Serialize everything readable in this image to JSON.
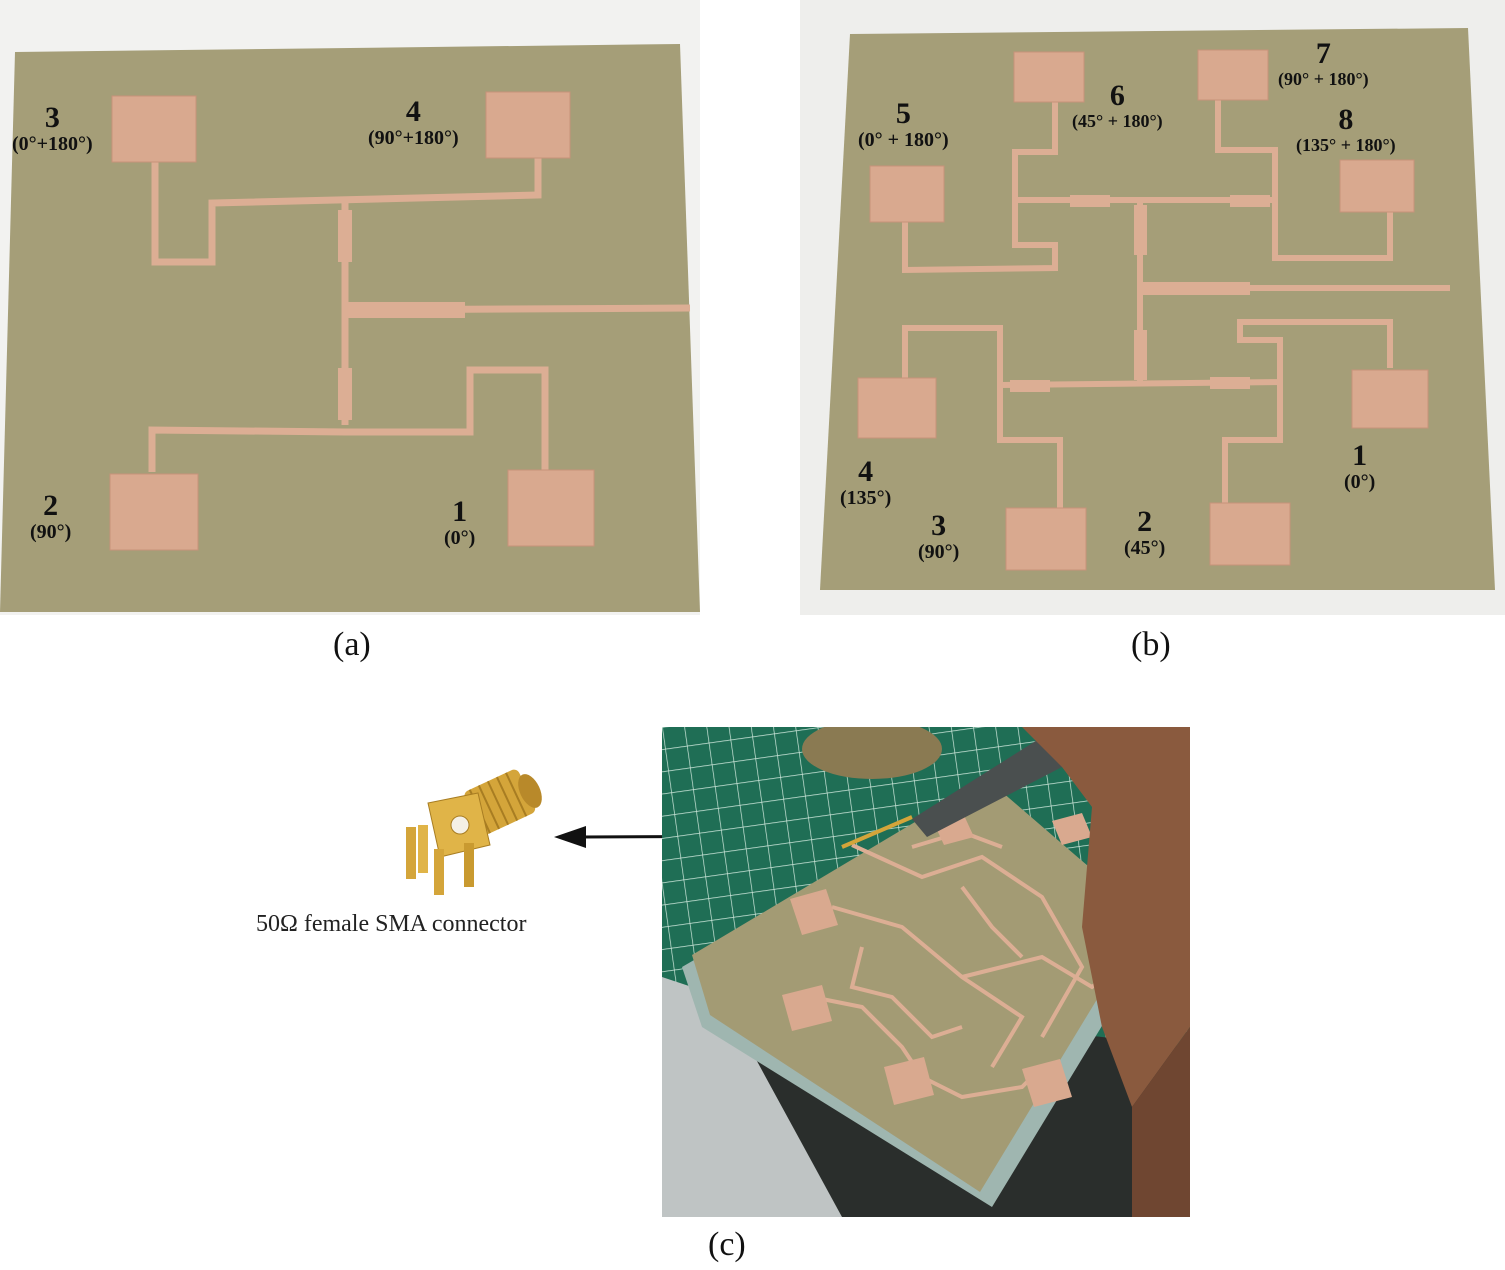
{
  "figure": {
    "panels": [
      {
        "id": "a",
        "caption": "(a)",
        "ports": [
          {
            "num": "3",
            "phase": "(0°+180°)"
          },
          {
            "num": "4",
            "phase": "(90°+180°)"
          },
          {
            "num": "2",
            "phase": "(90°)"
          },
          {
            "num": "1",
            "phase": "(0°)"
          }
        ]
      },
      {
        "id": "b",
        "caption": "(b)",
        "ports": [
          {
            "num": "5",
            "phase": "(0° + 180°)"
          },
          {
            "num": "6",
            "phase": "(45° + 180°)"
          },
          {
            "num": "7",
            "phase": "(90° + 180°)"
          },
          {
            "num": "8",
            "phase": "(135° + 180°)"
          },
          {
            "num": "4",
            "phase": "(135°)"
          },
          {
            "num": "3",
            "phase": "(90°)"
          },
          {
            "num": "2",
            "phase": "(45°)"
          },
          {
            "num": "1",
            "phase": "(0°)"
          }
        ]
      },
      {
        "id": "c",
        "caption": "(c)",
        "connector_label": "50Ω female SMA connector"
      }
    ],
    "colors": {
      "substrate": "#a59e78",
      "copper": "#d9a98f",
      "copper_dark": "#c7927a",
      "mat_green": "#1f6e55",
      "connector_gold": "#d4a53a"
    }
  }
}
